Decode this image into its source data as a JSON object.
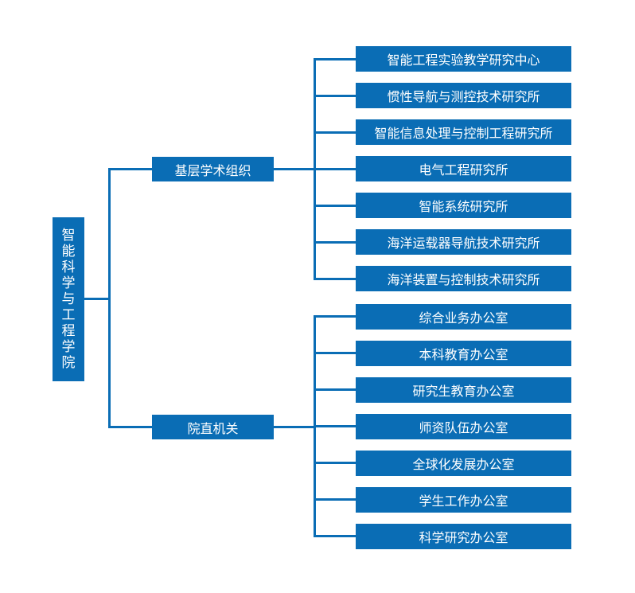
{
  "root": {
    "label": "智能科学与工程学院",
    "chars": [
      "智",
      "能",
      "科",
      "学",
      "与",
      "工",
      "程",
      "学",
      "院"
    ]
  },
  "branches": [
    {
      "label": "基层学术组织",
      "children": [
        "智能工程实验教学研究中心",
        "惯性导航与测控技术研究所",
        "智能信息处理与控制工程研究所",
        "电气工程研究所",
        "智能系统研究所",
        "海洋运载器导航技术研究所",
        "海洋装置与控制技术研究所"
      ]
    },
    {
      "label": "院直机关",
      "children": [
        "综合业务办公室",
        "本科教育办公室",
        "研究生教育办公室",
        "师资队伍办公室",
        "全球化发展办公室",
        "学生工作办公室",
        "科学研究办公室"
      ]
    }
  ],
  "colors": {
    "box": "#0a6db5",
    "line": "#0a6db5",
    "text": "#ffffff"
  }
}
